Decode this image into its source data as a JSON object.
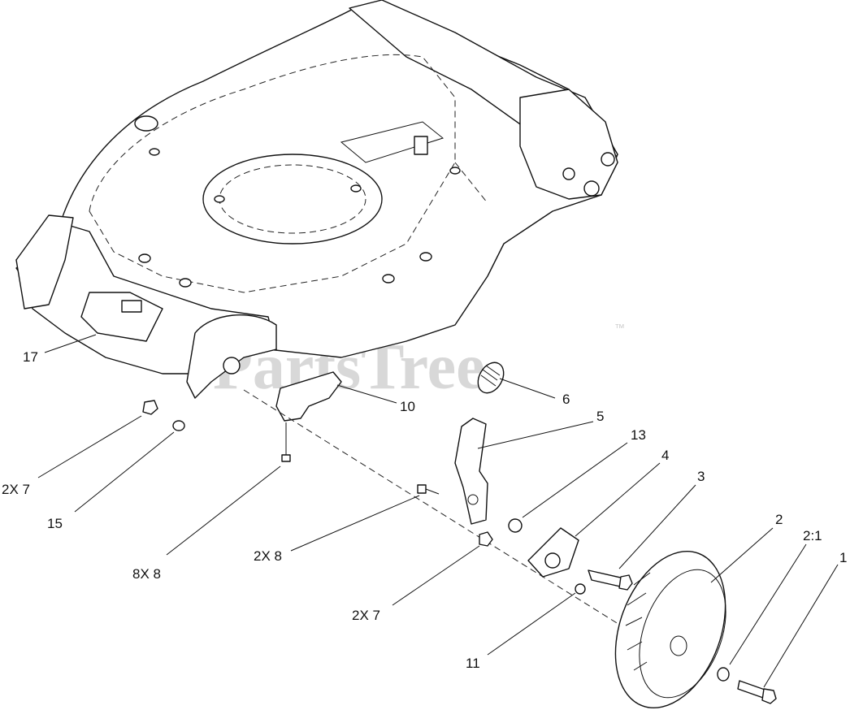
{
  "watermark": {
    "text": "PartsTree",
    "trademark": "™"
  },
  "callouts": [
    {
      "id": "17",
      "text": "17"
    },
    {
      "id": "10",
      "text": "10"
    },
    {
      "id": "6",
      "text": "6"
    },
    {
      "id": "5",
      "text": "5"
    },
    {
      "id": "13",
      "text": "13"
    },
    {
      "id": "4",
      "text": "4"
    },
    {
      "id": "3",
      "text": "3"
    },
    {
      "id": "2",
      "text": "2"
    },
    {
      "id": "2-1",
      "text": "2:1"
    },
    {
      "id": "1",
      "text": "1"
    },
    {
      "id": "2x7-left",
      "text": "2X 7"
    },
    {
      "id": "15",
      "text": "15"
    },
    {
      "id": "8x8",
      "text": "8X 8"
    },
    {
      "id": "2x8",
      "text": "2X 8"
    },
    {
      "id": "2x7-center",
      "text": "2X 7"
    },
    {
      "id": "11",
      "text": "11"
    }
  ]
}
